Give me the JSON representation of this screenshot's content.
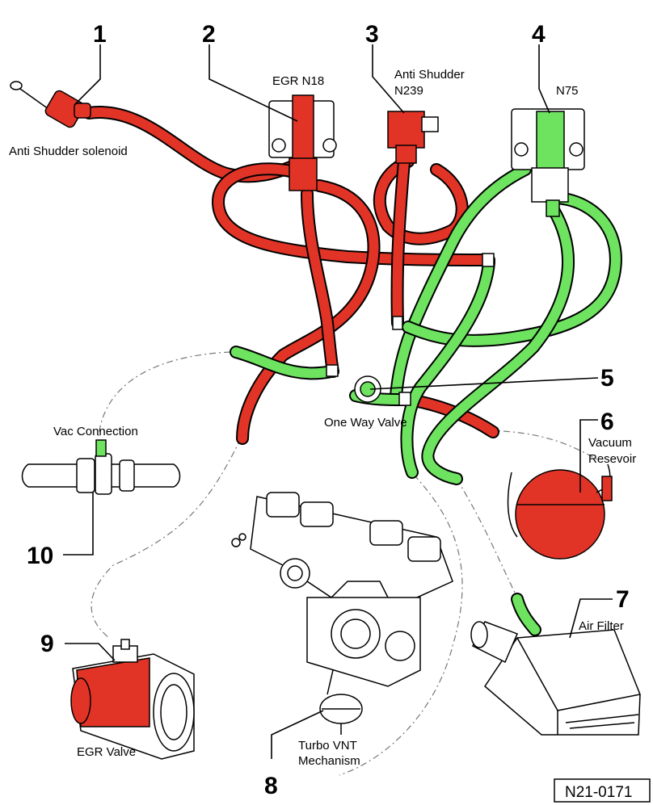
{
  "labels": {
    "n1": "1",
    "n2": "2",
    "n3": "3",
    "n4": "4",
    "n5": "5",
    "n6": "6",
    "n7": "7",
    "n8": "8",
    "n9": "9",
    "n10": "10",
    "anti_shudder_solenoid": "Anti Shudder solenoid",
    "egr_n18": "EGR N18",
    "anti_shudder_n239_line1": "Anti Shudder",
    "anti_shudder_n239_line2": "N239",
    "n75": "N75",
    "one_way_valve": "One Way Valve",
    "vacuum_reservoir_line1": "Vacuum",
    "vacuum_reservoir_line2": "Resevoir",
    "air_filter": "Air Filter",
    "turbo_line1": "Turbo VNT",
    "turbo_line2": "Mechanism",
    "egr_valve": "EGR Valve",
    "vac_connection": "Vac Connection",
    "diagram_code": "N21-0171"
  },
  "colors": {
    "hose_red": "#e23426",
    "hose_green": "#6de360",
    "outline": "#000000"
  }
}
